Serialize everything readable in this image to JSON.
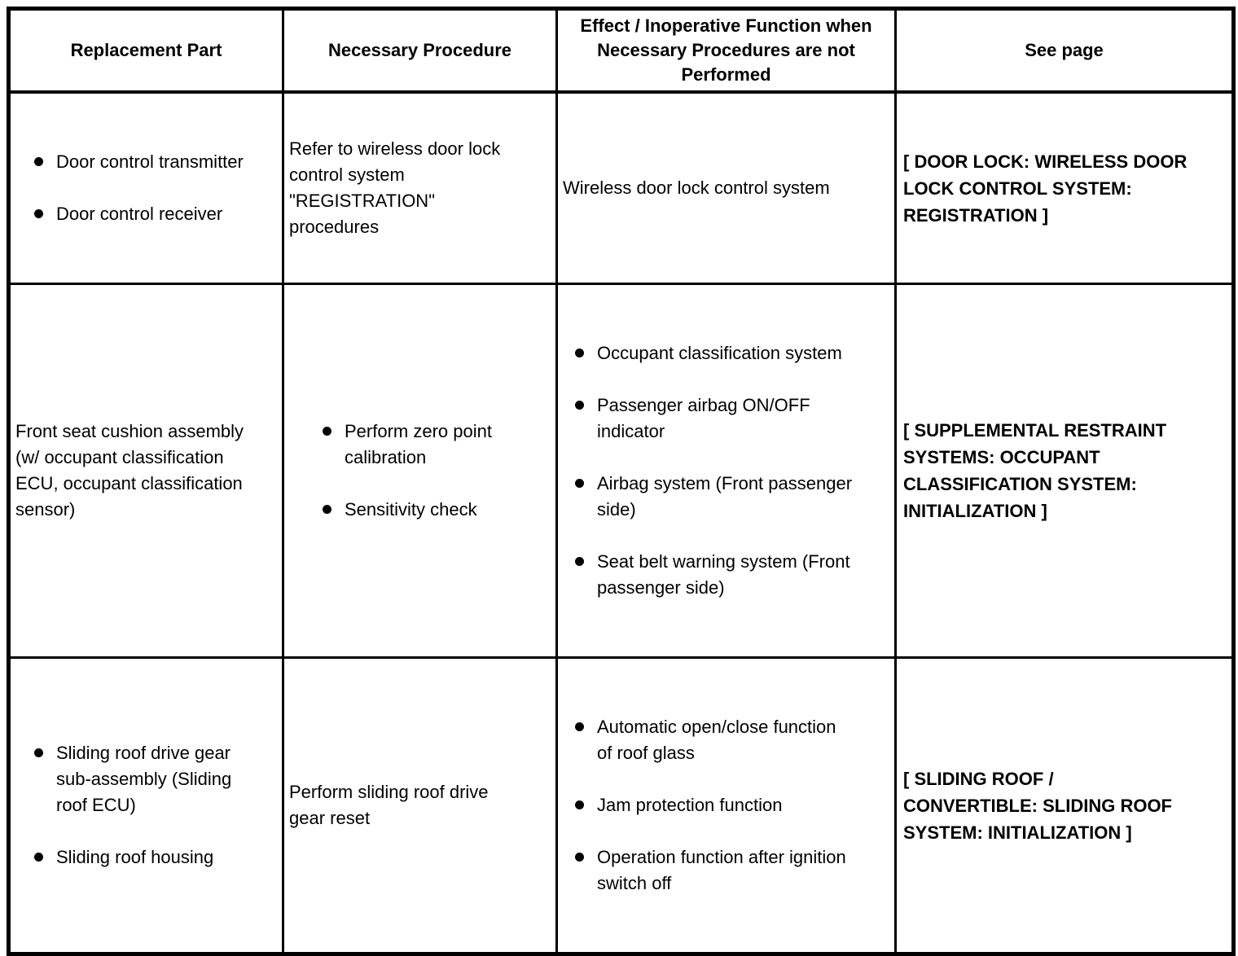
{
  "table": {
    "headers": [
      "Replacement Part",
      "Necessary Procedure",
      "Effect / Inoperative Function when\nNecessary Procedures are not\nPerformed",
      "See page"
    ],
    "rows": [
      {
        "part_items": [
          "Door control transmitter",
          "Door control receiver"
        ],
        "procedure_text": "Refer to wireless door lock\ncontrol system\n\"REGISTRATION\"\nprocedures",
        "effect_text": "Wireless door lock control system",
        "see_page": "[ DOOR LOCK: WIRELESS DOOR\nLOCK CONTROL SYSTEM:\nREGISTRATION ]"
      },
      {
        "part_text": "Front seat cushion assembly\n(w/ occupant classification\nECU, occupant classification\nsensor)",
        "procedure_items": [
          "Perform zero point\ncalibration",
          "Sensitivity check"
        ],
        "effect_items": [
          "Occupant classification system",
          "Passenger airbag ON/OFF\nindicator",
          "Airbag system (Front passenger\nside)",
          "Seat belt warning system (Front\npassenger side)"
        ],
        "see_page": "[ SUPPLEMENTAL RESTRAINT\nSYSTEMS: OCCUPANT\nCLASSIFICATION SYSTEM:\nINITIALIZATION ]"
      },
      {
        "part_items": [
          "Sliding roof drive gear\nsub-assembly (Sliding\nroof ECU)",
          "Sliding roof housing"
        ],
        "procedure_text": "Perform sliding roof drive\ngear reset",
        "effect_items": [
          "Automatic open/close function\nof roof glass",
          "Jam protection function",
          "Operation function after ignition\nswitch off"
        ],
        "see_page": "[ SLIDING ROOF /\nCONVERTIBLE: SLIDING ROOF\nSYSTEM: INITIALIZATION ]"
      }
    ]
  }
}
